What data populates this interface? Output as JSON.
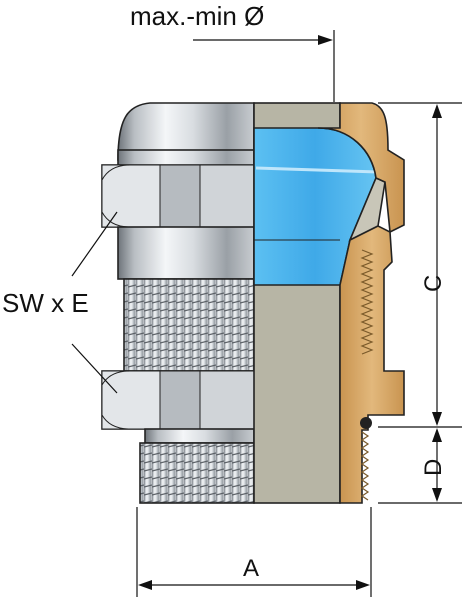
{
  "labels": {
    "max_min_diameter": "max.-min Ø",
    "wrench_size": "SW x E",
    "dim_a": "A",
    "dim_c": "C",
    "dim_d": "D"
  },
  "colors": {
    "metal_light": "#e9ecef",
    "metal_mid": "#b9bec3",
    "metal_dark": "#6e747a",
    "seal_blue": "#3fa9e8",
    "seal_blue_light": "#8fd0f5",
    "section_grey": "#b7b5a5",
    "brass": "#d7a566",
    "brass_dark": "#b8853e"
  }
}
